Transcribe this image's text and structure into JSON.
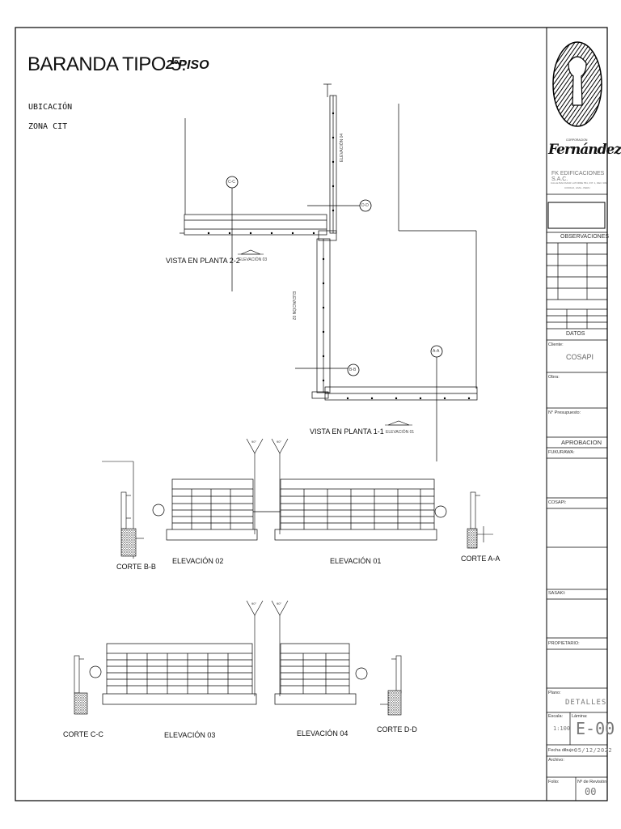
{
  "title": {
    "main": "BARANDA TIPO 5:",
    "floor": "2°PISO"
  },
  "location": {
    "label": "UBICACIÓN",
    "zone": "ZONA CIT"
  },
  "views": {
    "plan_2_2": "VISTA EN PLANTA 2-2",
    "plan_1_1": "VISTA EN PLANTA 1-1",
    "elev_03_tag": "ELEVACIÓN 03",
    "elev_01_tag": "ELEVACIÓN 01",
    "elev_04_vert": "ELEVACIÓN 04",
    "elev_02_vert": "ELEVACIÓN 02"
  },
  "drawings": {
    "elev_02": "ELEVACIÓN 02",
    "elev_01": "ELEVACIÓN 01",
    "elev_03": "ELEVACIÓN 03",
    "elev_04": "ELEVACIÓN 04",
    "corte_bb": "CORTE B-B",
    "corte_aa": "CORTE A-A",
    "corte_cc": "CORTE C-C",
    "corte_dd": "CORTE D-D"
  },
  "section_markers": {
    "cc": "C-C",
    "dd": "D-D",
    "bb": "B-B",
    "aa": "A-A"
  },
  "titleblock": {
    "corporation_small": "CORPORACION",
    "brand": "Fernández",
    "company": "FK EDIFICACIONES S.A.C.",
    "address_1": "CALLE BALTAZAR LATORRE 551, INT. 1, DEC 309",
    "address_2": "CODIGO, LIMA - PERU",
    "observaciones": "OBSERVACIONES",
    "datos": "DATOS",
    "cliente_label": "Cliente:",
    "cliente_value": "COSAPI",
    "obra_label": "Obra:",
    "presupuesto_label": "N° Presupuesto:",
    "aprobacion": "APROBACION",
    "fk_label": "FUKURAWA:",
    "cosapi_label": "COSAPI:",
    "sasaki_label": "SASAKI:",
    "propietario_label": "PROPIETARIO:",
    "plano_label": "Plano:",
    "plano_value": "DETALLES",
    "escala_label": "Escala:",
    "escala_value": "1:100",
    "lamina_label": "Lámina:",
    "lamina_value": "E-00",
    "fecha_label": "Fecha dibujo:",
    "fecha_value": "05/12/2022",
    "archivo_label": "Archivo:",
    "folio_label": "Folio:",
    "revision_label": "Nº de Revisión:",
    "revision_value": "00"
  }
}
